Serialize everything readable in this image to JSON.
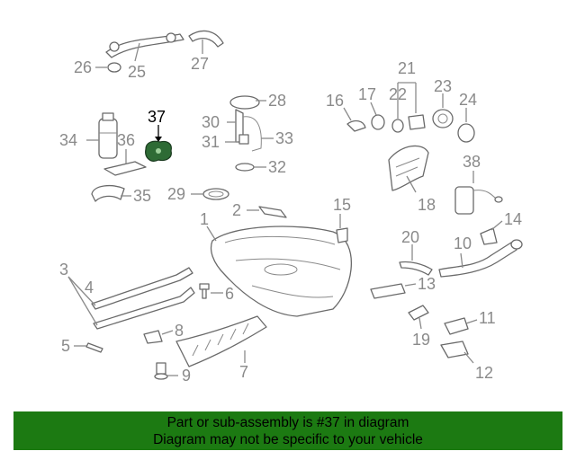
{
  "labels": {
    "p1": "1",
    "p2": "2",
    "p3": "3",
    "p4": "4",
    "p5": "5",
    "p6": "6",
    "p7": "7",
    "p8": "8",
    "p9": "9",
    "p10": "10",
    "p11": "11",
    "p12": "12",
    "p13": "13",
    "p14": "14",
    "p15": "15",
    "p16": "16",
    "p17": "17",
    "p18": "18",
    "p19": "19",
    "p20": "20",
    "p21": "21",
    "p22": "22",
    "p23": "23",
    "p24": "24",
    "p25": "25",
    "p26": "26",
    "p27": "27",
    "p28": "28",
    "p29": "29",
    "p30": "30",
    "p31": "31",
    "p32": "32",
    "p33": "33",
    "p34": "34",
    "p35": "35",
    "p36": "36",
    "p37": "37",
    "p38": "38"
  },
  "highlighted_part": "37",
  "colors": {
    "banner_bg": "#1c7a12",
    "highlight_part": "#2e6b35",
    "label_gray": "#8a8a8a"
  },
  "banner": {
    "line1": "Part or sub-assembly is #37 in diagram",
    "line2": "Diagram may not be specific to your vehicle"
  }
}
